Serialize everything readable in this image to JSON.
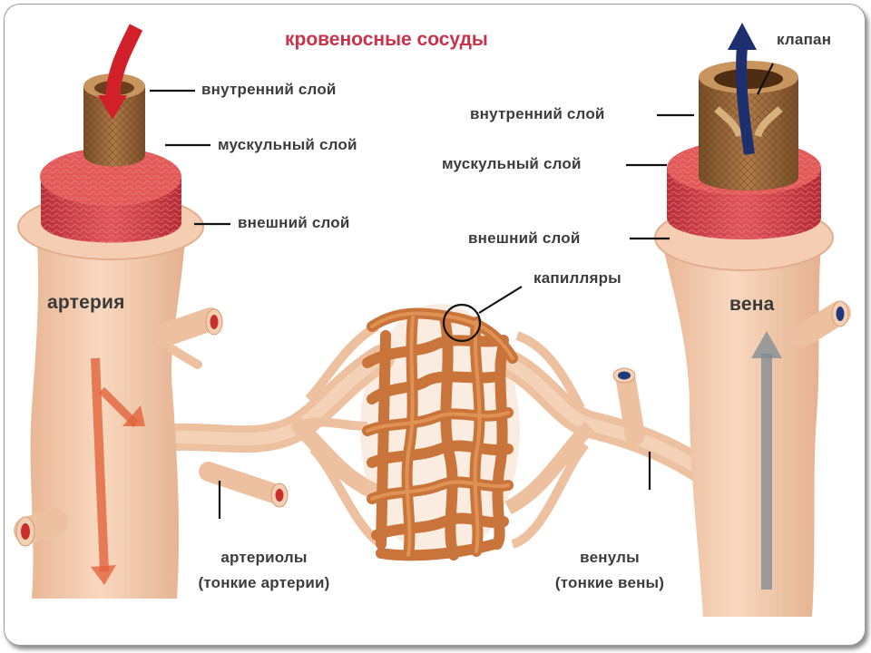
{
  "title": "кровеносные сосуды",
  "artery": {
    "name": "артерия",
    "inner_layer": "внутренний слой",
    "muscle_layer": "мускульный слой",
    "outer_layer": "внешний слой"
  },
  "vein": {
    "name": "вена",
    "valve": "клапан",
    "inner_layer": "внутренний слой",
    "muscle_layer": "мускульный слой",
    "outer_layer": "внешний слой"
  },
  "capillaries": "капилляры",
  "arterioles": {
    "line1": "артериолы",
    "line2": "(тонкие артерии)"
  },
  "venules": {
    "line1": "венулы",
    "line2": "(тонкие вены)"
  },
  "colors": {
    "title": "#c8324a",
    "vessel_skin": "#f2c9a8",
    "muscle": "#d6474f",
    "inner": "#9a6a3c",
    "capillary": "#d9884a",
    "arterial_blood": "#d8402e",
    "venous_blood": "#1e3a7a"
  }
}
